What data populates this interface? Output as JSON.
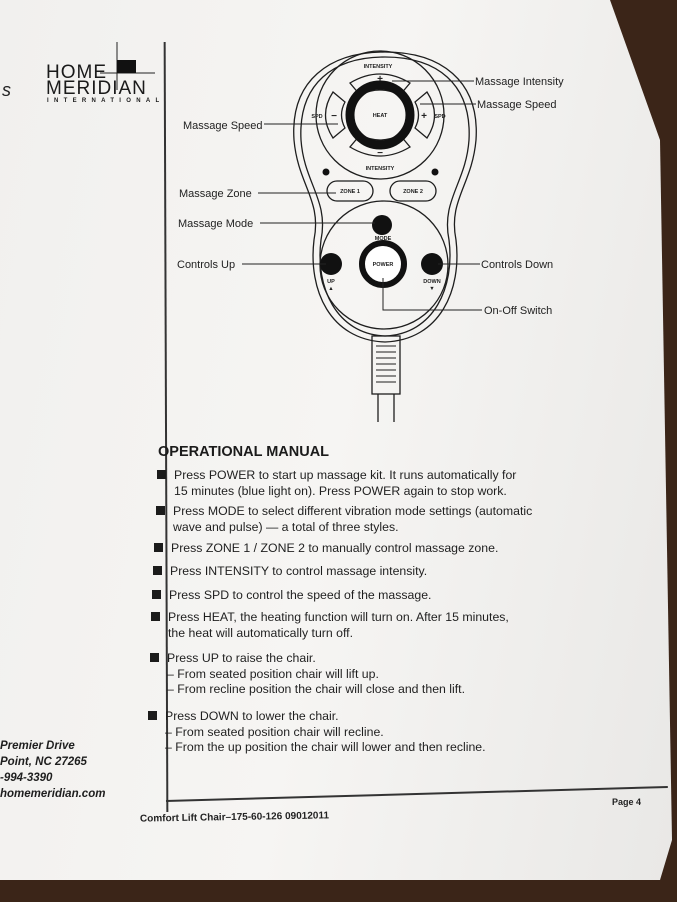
{
  "logo": {
    "line1": "HOME",
    "line2": "MERIDIAN",
    "line3": "INTERNATIONAL"
  },
  "left_margin_fragment": "s",
  "remote": {
    "intensity_top": "INTENSITY",
    "plus": "+",
    "minus": "−",
    "spd": "SPD",
    "heat": "HEAT",
    "intensity_bottom": "INTENSITY",
    "zone1": "ZONE 1",
    "zone2": "ZONE 2",
    "mode": "MODE",
    "power": "POWER",
    "up": "UP",
    "down": "DOWN",
    "arrow_up": "▲",
    "arrow_down": "▼"
  },
  "callouts": {
    "massage_intensity": "Massage Intensity",
    "massage_speed_right": "Massage Speed",
    "massage_speed_left": "Massage Speed",
    "massage_zone": "Massage Zone",
    "massage_mode": "Massage Mode",
    "controls_up": "Controls Up",
    "controls_down": "Controls Down",
    "on_off": "On-Off Switch"
  },
  "manual": {
    "heading": "OPERATIONAL MANUAL",
    "items": [
      {
        "lines": [
          "Press POWER to start up massage kit. It runs automatically for",
          "15 minutes (blue light on). Press POWER again to stop work."
        ]
      },
      {
        "lines": [
          "Press MODE to select different vibration mode settings (automatic",
          "wave and pulse) — a total of three styles."
        ]
      },
      {
        "lines": [
          "Press ZONE 1 / ZONE 2 to manually control massage zone."
        ]
      },
      {
        "lines": [
          "Press INTENSITY to control massage intensity."
        ]
      },
      {
        "lines": [
          "Press SPD to control the speed of the massage."
        ]
      },
      {
        "lines": [
          "Press HEAT, the heating function will turn on. After 15 minutes,",
          "the heat will automatically turn off."
        ]
      },
      {
        "lines": [
          "Press UP to raise the chair.",
          "– From seated position chair will lift up.",
          "– From recline position the chair will close and then lift."
        ]
      },
      {
        "lines": [
          "Press DOWN to lower the chair.",
          "– From seated position chair will recline.",
          "– From the up position the chair will lower and then recline."
        ]
      }
    ]
  },
  "address": [
    "Premier Drive",
    "Point, NC 27265",
    "-994-3390",
    "homemeridian.com"
  ],
  "footer": {
    "model": "Comfort Lift Chair–175-60-126   09012011",
    "page": "Page 4"
  }
}
